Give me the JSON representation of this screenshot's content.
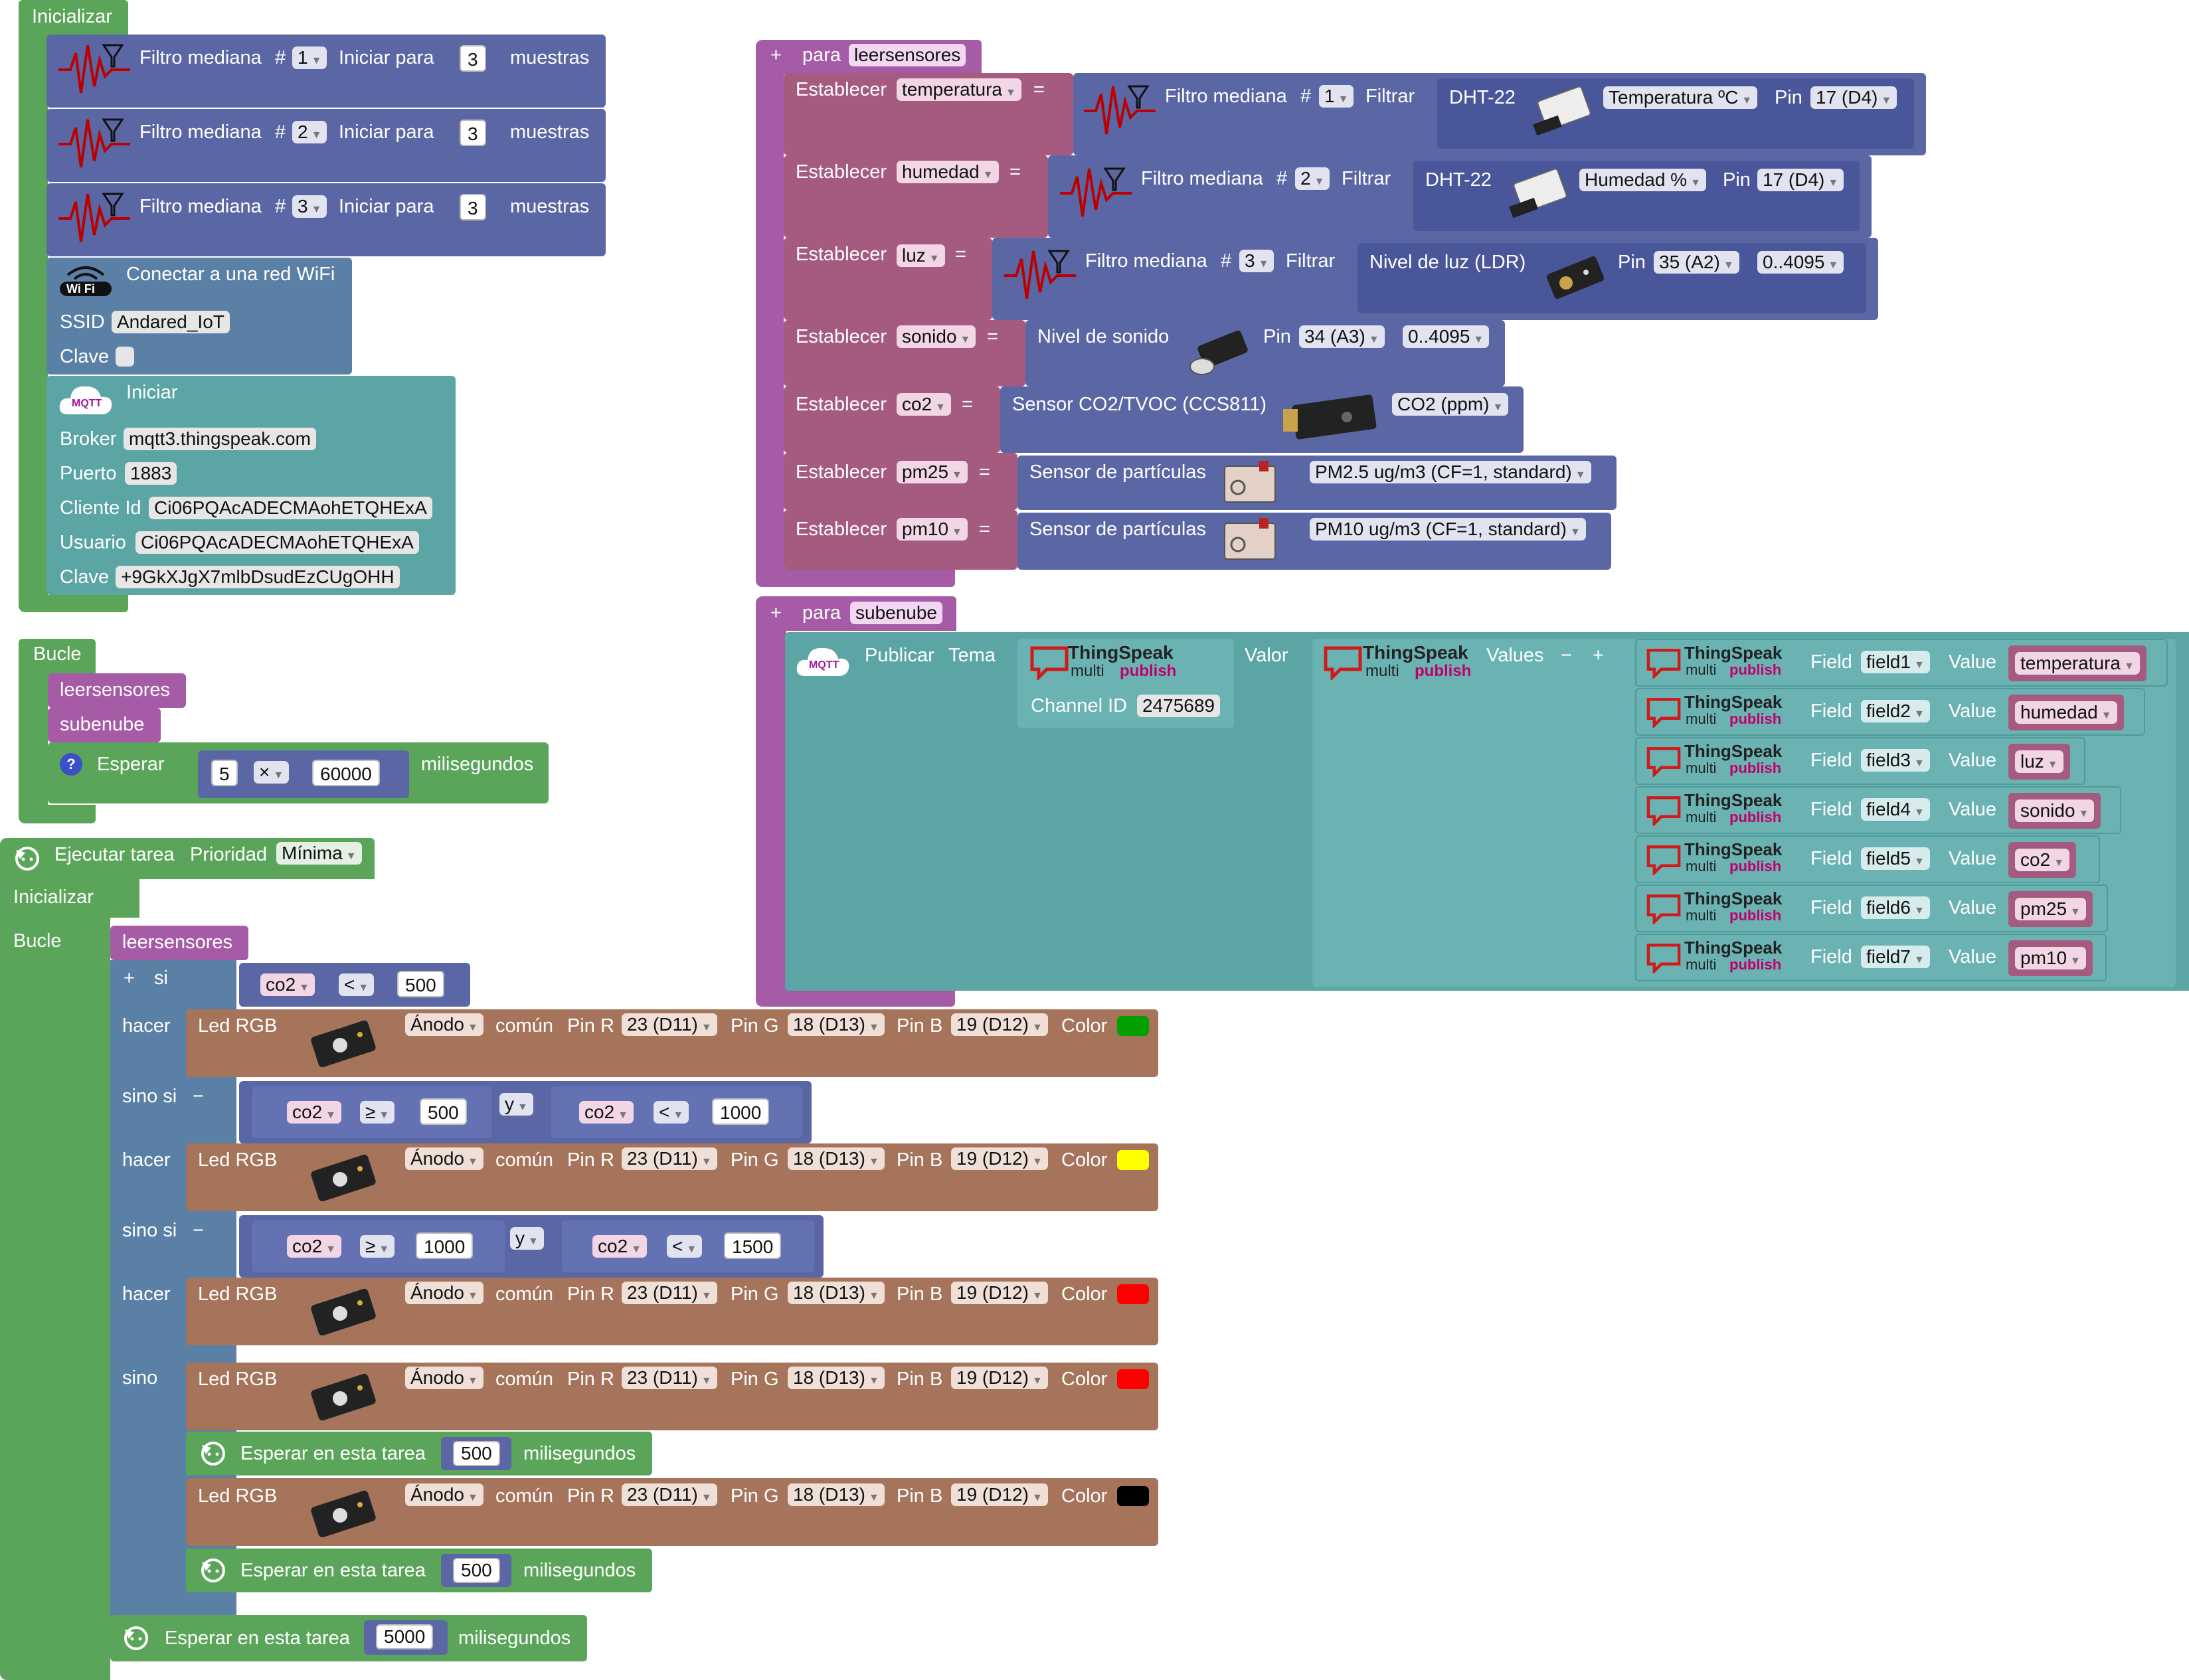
{
  "init": {
    "header": "Inicializar",
    "filters": [
      {
        "label": "Filtro mediana",
        "hash": "#",
        "id": "1",
        "start": "Iniciar para",
        "samples": "3",
        "unit": "muestras"
      },
      {
        "label": "Filtro mediana",
        "hash": "#",
        "id": "2",
        "start": "Iniciar para",
        "samples": "3",
        "unit": "muestras"
      },
      {
        "label": "Filtro mediana",
        "hash": "#",
        "id": "3",
        "start": "Iniciar para",
        "samples": "3",
        "unit": "muestras"
      }
    ],
    "wifi": {
      "title": "Conectar a una red WiFi",
      "ssid_label": "SSID",
      "ssid": "Andared_IoT",
      "pass_label": "Clave",
      "icon_text": "Wi Fi"
    },
    "mqtt": {
      "title": "Iniciar",
      "icon_text": "MQTT",
      "fields": [
        {
          "label": "Broker",
          "value": "mqtt3.thingspeak.com"
        },
        {
          "label": "Puerto",
          "value": "1883"
        },
        {
          "label": "Cliente Id",
          "value": "Ci06PQAcADECMAohETQHExA"
        },
        {
          "label": "Usuario",
          "value": "Ci06PQAcADECMAohETQHExA"
        },
        {
          "label": "Clave",
          "value": "+9GkXJgX7mlbDsudEzCUgOHH"
        }
      ]
    }
  },
  "loop": {
    "header": "Bucle",
    "call1": "leersensores",
    "call2": "subenube",
    "wait_label": "Esperar",
    "a": "5",
    "op": "×",
    "b": "60000",
    "unit": "milisegundos"
  },
  "task": {
    "header": "Ejecutar tarea",
    "priority_label": "Prioridad",
    "priority": "Mínima",
    "init_label": "Inicializar",
    "loop_label": "Bucle",
    "call": "leersensores",
    "if_label": "si",
    "do_label": "hacer",
    "elseif_label": "sino si",
    "else_label": "sino",
    "and_label": "y",
    "cond1": {
      "var": "co2",
      "op": "<",
      "val": "500"
    },
    "cond2": {
      "var1": "co2",
      "op1": "≥",
      "val1": "500",
      "var2": "co2",
      "op2": "<",
      "val2": "1000"
    },
    "cond3": {
      "var1": "co2",
      "op1": "≥",
      "val1": "1000",
      "var2": "co2",
      "op2": "<",
      "val2": "1500"
    },
    "led": {
      "label": "Led RGB",
      "anode": "Ánodo",
      "common": "común",
      "pinr_label": "Pin R",
      "pinr": "23 (D11)",
      "ping_label": "Pin G",
      "ping": "18 (D13)",
      "pinb_label": "Pin B",
      "pinb": "19 (D12)",
      "color_label": "Color"
    },
    "colors": [
      "#00a000",
      "#ffff00",
      "#ff0000",
      "#ff0000",
      "#000000"
    ],
    "wait_label": "Esperar en esta tarea",
    "wait_unit": "milisegundos",
    "wait_short": "500",
    "wait_long": "5000"
  },
  "proc1": {
    "header_label": "para",
    "name": "leersensores",
    "set_label": "Establecer",
    "eq": "=",
    "filter_label": "Filtro mediana",
    "hash": "#",
    "filter_action": "Filtrar",
    "pin_label": "Pin",
    "rows": [
      {
        "var": "temperatura",
        "id": "1",
        "sensor": "DHT-22",
        "measure": "Temperatura ºC",
        "pin": "17 (D4)"
      },
      {
        "var": "humedad",
        "id": "2",
        "sensor": "DHT-22",
        "measure": "Humedad %",
        "pin": "17 (D4)"
      },
      {
        "var": "luz",
        "id": "3",
        "sensor": "Nivel de luz (LDR)",
        "pin": "35 (A2)",
        "range": "0..4095"
      }
    ],
    "sound": {
      "var": "sonido",
      "sensor": "Nivel de sonido",
      "pin": "34 (A3)",
      "range": "0..4095"
    },
    "co2": {
      "var": "co2",
      "sensor": "Sensor CO2/TVOC (CCS811)",
      "measure": "CO2 (ppm)"
    },
    "pm25": {
      "var": "pm25",
      "sensor": "Sensor de partículas",
      "measure": "PM2.5 ug/m3 (CF=1, standard)"
    },
    "pm10": {
      "var": "pm10",
      "sensor": "Sensor de partículas",
      "measure": "PM10 ug/m3 (CF=1, standard)"
    }
  },
  "proc2": {
    "header_label": "para",
    "name": "subenube",
    "publish": "Publicar",
    "topic": "Tema",
    "value": "Valor",
    "channel_label": "Channel ID",
    "channel": "2475689",
    "values_label": "Values",
    "minus": "−",
    "plus": "+",
    "ts_brand": "ThingSpeak",
    "ts_sub1": "multi",
    "ts_sub2": "publish",
    "field_label": "Field",
    "value_label": "Value",
    "fields": [
      {
        "field": "field1",
        "var": "temperatura"
      },
      {
        "field": "field2",
        "var": "humedad"
      },
      {
        "field": "field3",
        "var": "luz"
      },
      {
        "field": "field4",
        "var": "sonido"
      },
      {
        "field": "field5",
        "var": "co2"
      },
      {
        "field": "field6",
        "var": "pm25"
      },
      {
        "field": "field7",
        "var": "pm10"
      }
    ]
  }
}
